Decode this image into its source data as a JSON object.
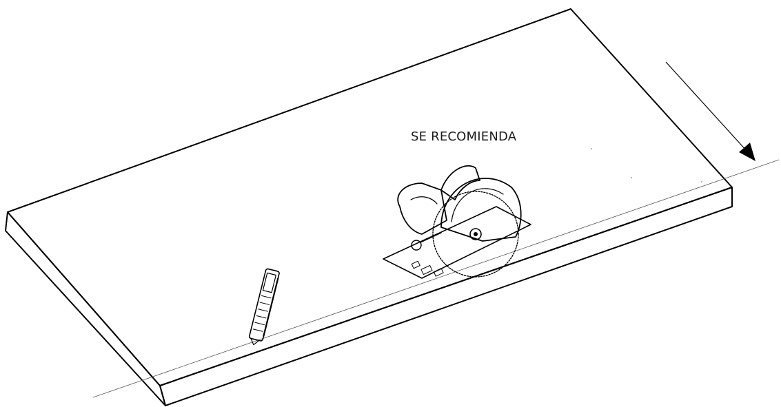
{
  "diagram": {
    "recommendation_label": "SE RECOMIENDA",
    "tools": [
      "box-cutter",
      "circular-saw"
    ],
    "ink_color": "#000000",
    "background_color": "#ffffff"
  }
}
